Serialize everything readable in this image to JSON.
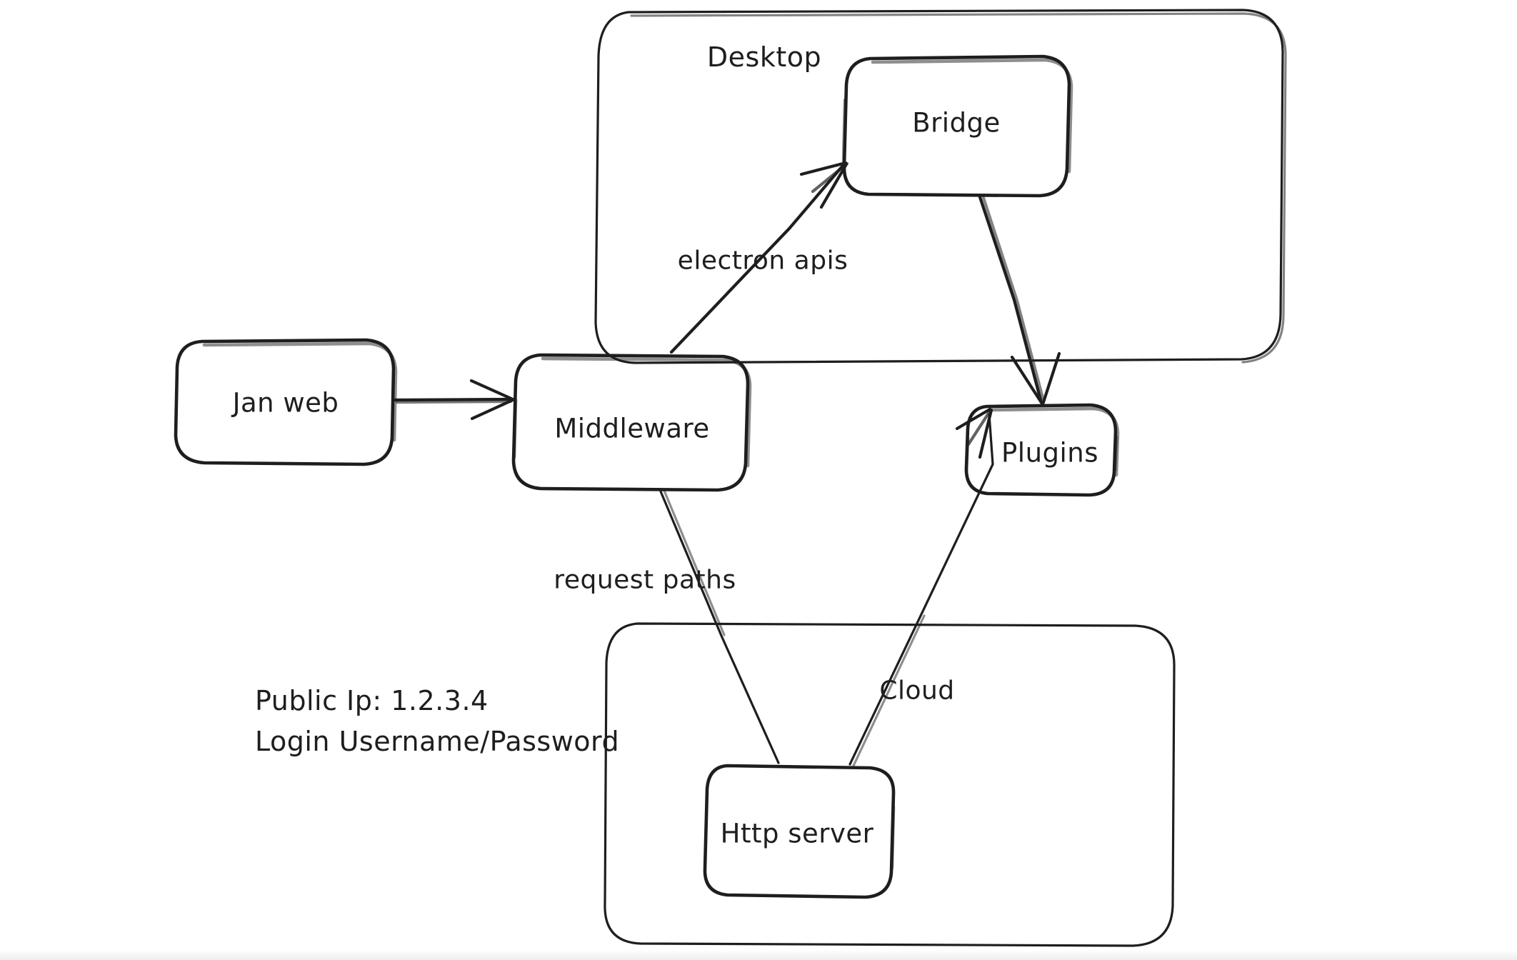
{
  "diagram": {
    "type": "hand-drawn-architecture-diagram",
    "style": "excalidraw-sketch",
    "background_color": "#ffffff",
    "stroke_color": "#1e1e1e",
    "groups": [
      {
        "id": "desktop",
        "label": "Desktop"
      },
      {
        "id": "cloud_region",
        "label": ""
      }
    ],
    "nodes": [
      {
        "id": "jan_web",
        "label": "Jan web"
      },
      {
        "id": "middleware",
        "label": "Middleware"
      },
      {
        "id": "bridge",
        "label": "Bridge"
      },
      {
        "id": "plugins",
        "label": "Plugins"
      },
      {
        "id": "http_server",
        "label": "Http server"
      }
    ],
    "edges": [
      {
        "id": "e1",
        "from": "jan_web",
        "to": "middleware",
        "label": "",
        "arrow": true
      },
      {
        "id": "e2",
        "from": "middleware",
        "to": "bridge",
        "label": "electron apis",
        "arrow": true
      },
      {
        "id": "e3",
        "from": "bridge",
        "to": "plugins",
        "label": "",
        "arrow": true
      },
      {
        "id": "e4",
        "from": "middleware",
        "to": "http_server",
        "label": "request paths",
        "arrow": false
      },
      {
        "id": "e5",
        "from": "http_server",
        "to": "plugins",
        "label": "Cloud",
        "arrow": true
      }
    ],
    "notes": {
      "public_ip_line": "Public Ip: 1.2.3.4",
      "login_line": "Login Username/Password"
    }
  }
}
